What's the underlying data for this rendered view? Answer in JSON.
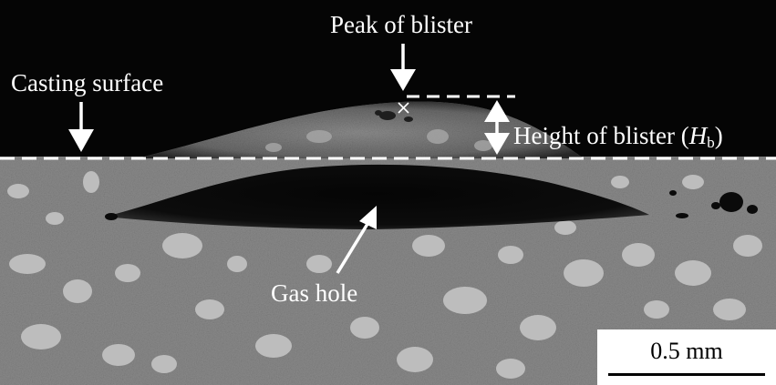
{
  "labels": {
    "peak_of_blister": "Peak of blister",
    "casting_surface": "Casting surface",
    "height_of_blister_prefix": "Height of blister (",
    "height_symbol": "H",
    "height_subscript": "b",
    "height_suffix": ")",
    "gas_hole": "Gas hole"
  },
  "scale_bar": {
    "label": "0.5 mm"
  },
  "colors": {
    "mounting_resin": "#050505",
    "matrix": "#8a8a8a",
    "particles": "#bdbdbd",
    "annotation": "#ffffff"
  }
}
